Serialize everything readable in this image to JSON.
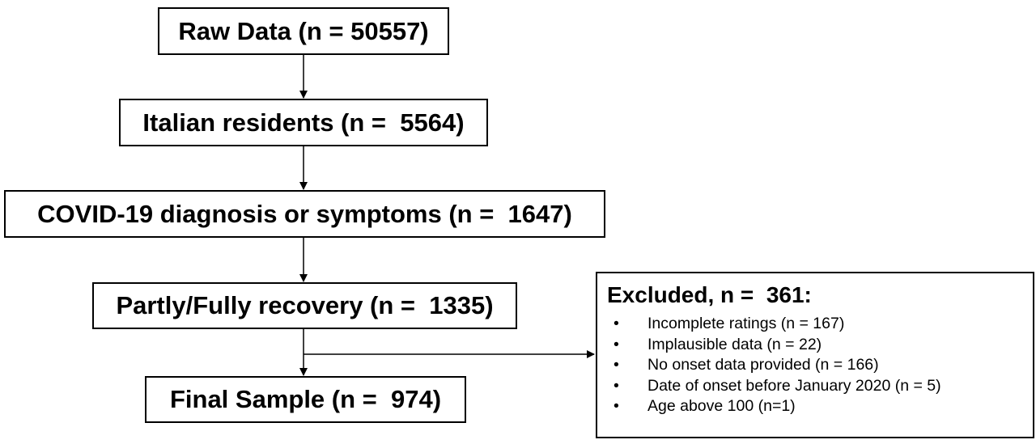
{
  "flow": {
    "steps": [
      {
        "label": "Raw Data (n = 50557)"
      },
      {
        "label": "Italian residents (n =  5564)"
      },
      {
        "label": "COVID-19 diagnosis or symptoms (n =  1647)"
      },
      {
        "label": "Partly/Fully recovery (n =  1335)"
      },
      {
        "label": "Final Sample (n =  974)"
      }
    ]
  },
  "excluded": {
    "title": "Excluded, n =  361:",
    "bullet": "•",
    "items": [
      "Incomplete ratings (n = 167)",
      "Implausible data (n = 22)",
      "No onset data provided (n = 166)",
      "Date of onset before January 2020 (n = 5)",
      "Age above 100 (n=1)"
    ]
  },
  "colors": {
    "line": "#000000",
    "background": "#ffffff"
  }
}
